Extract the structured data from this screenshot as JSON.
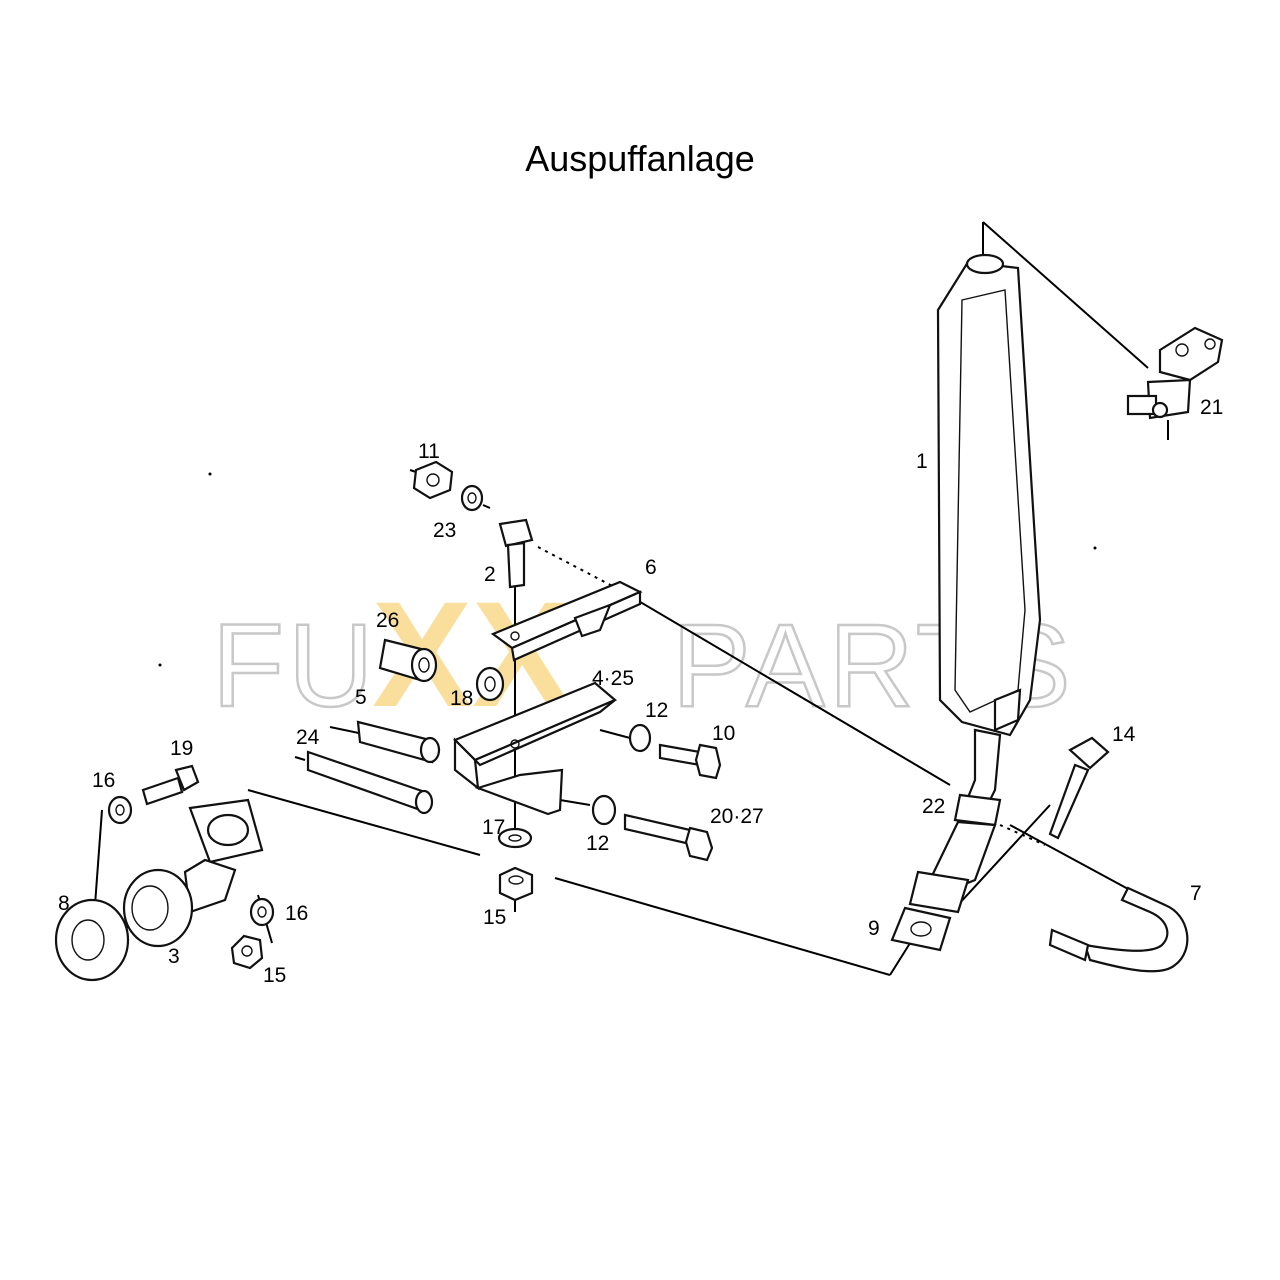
{
  "title": "Auspuffanlage",
  "watermark": {
    "left": "FU",
    "xx": "XX",
    "right": "PARTS",
    "accent_color": "#f5c34a"
  },
  "parts": [
    {
      "id": "p1",
      "label": "1"
    },
    {
      "id": "p2",
      "label": "2"
    },
    {
      "id": "p3",
      "label": "3"
    },
    {
      "id": "p425",
      "label": "4·25"
    },
    {
      "id": "p5",
      "label": "5"
    },
    {
      "id": "p6",
      "label": "6"
    },
    {
      "id": "p7",
      "label": "7"
    },
    {
      "id": "p8",
      "label": "8"
    },
    {
      "id": "p9",
      "label": "9"
    },
    {
      "id": "p10",
      "label": "10"
    },
    {
      "id": "p11",
      "label": "11"
    },
    {
      "id": "p12a",
      "label": "12"
    },
    {
      "id": "p12b",
      "label": "12"
    },
    {
      "id": "p14",
      "label": "14"
    },
    {
      "id": "p15a",
      "label": "15"
    },
    {
      "id": "p15b",
      "label": "15"
    },
    {
      "id": "p16a",
      "label": "16"
    },
    {
      "id": "p16b",
      "label": "16"
    },
    {
      "id": "p17",
      "label": "17"
    },
    {
      "id": "p18",
      "label": "18"
    },
    {
      "id": "p19",
      "label": "19"
    },
    {
      "id": "p2027",
      "label": "20·27"
    },
    {
      "id": "p21",
      "label": "21"
    },
    {
      "id": "p22",
      "label": "22"
    },
    {
      "id": "p23",
      "label": "23"
    },
    {
      "id": "p24",
      "label": "24"
    },
    {
      "id": "p26",
      "label": "26"
    }
  ]
}
